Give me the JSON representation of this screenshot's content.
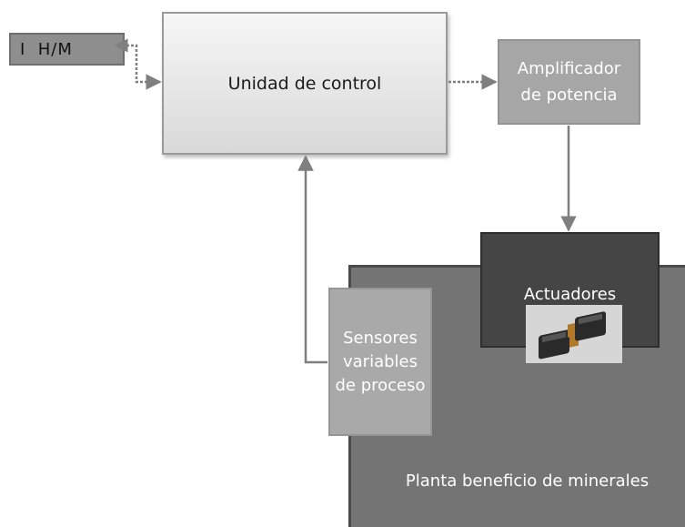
{
  "nodes": {
    "ihm": "I  H/M",
    "control_unit": "Unidad de control",
    "amplifier": "Amplificador de potencia",
    "actuators": "Actuadores",
    "sensors": "Sensores variables de proceso",
    "plant": "Planta beneficio de minerales"
  },
  "icons": [
    "motor-icon",
    "motor-icon"
  ],
  "colors": {
    "control_fill": "#e6e6e6",
    "amplifier_fill": "#a6a6a6",
    "plant_fill": "#747474",
    "actuators_fill": "#454545",
    "sensors_fill": "#a9a9a9",
    "ihm_fill": "#8e8e8e",
    "arrow": "#7f7f7f"
  }
}
